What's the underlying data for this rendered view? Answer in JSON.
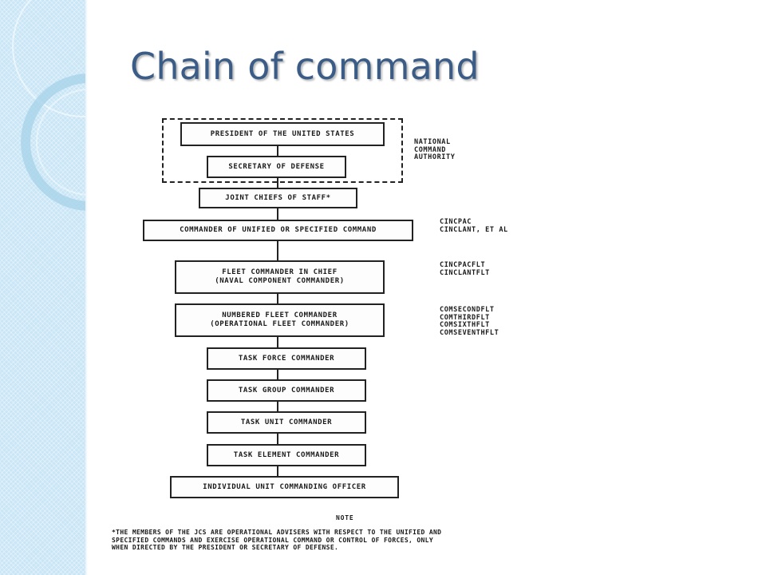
{
  "slide": {
    "title": "Chain of command"
  },
  "nca_label": [
    "NATIONAL",
    "COMMAND",
    "AUTHORITY"
  ],
  "boxes": [
    {
      "lines": [
        "PRESIDENT OF THE UNITED STATES"
      ]
    },
    {
      "lines": [
        "SECRETARY OF DEFENSE"
      ]
    },
    {
      "lines": [
        "JOINT CHIEFS OF STAFF*"
      ]
    },
    {
      "lines": [
        "COMMANDER OF UNIFIED OR SPECIFIED COMMAND"
      ]
    },
    {
      "lines": [
        "FLEET COMMANDER IN CHIEF",
        "(NAVAL COMPONENT COMMANDER)"
      ]
    },
    {
      "lines": [
        "NUMBERED FLEET COMMANDER",
        "(OPERATIONAL FLEET COMMANDER)"
      ]
    },
    {
      "lines": [
        "TASK FORCE COMMANDER"
      ]
    },
    {
      "lines": [
        "TASK GROUP COMMANDER"
      ]
    },
    {
      "lines": [
        "TASK UNIT COMMANDER"
      ]
    },
    {
      "lines": [
        "TASK ELEMENT COMMANDER"
      ]
    },
    {
      "lines": [
        "INDIVIDUAL UNIT COMMANDING OFFICER"
      ]
    }
  ],
  "side_labels": [
    {
      "lines": [
        "CINCPAC",
        "CINCLANT, ET AL"
      ]
    },
    {
      "lines": [
        "CINCPACFLT",
        "CINCLANTFLT"
      ]
    },
    {
      "lines": [
        "COMSECONDFLT",
        "COMTHIRDFLT",
        "COMSIXTHFLT",
        "COMSEVENTHFLT"
      ]
    }
  ],
  "note": {
    "heading": "NOTE",
    "text": "*THE MEMBERS OF THE JCS ARE OPERATIONAL ADVISERS WITH RESPECT TO THE UNIFIED AND\n SPECIFIED COMMANDS AND EXERCISE OPERATIONAL COMMAND OR CONTROL OF FORCES, ONLY\n WHEN DIRECTED BY THE PRESIDENT OR SECRETARY OF DEFENSE."
  },
  "colors": {
    "title": "#3a5c87",
    "band": "#c9e6f6"
  }
}
